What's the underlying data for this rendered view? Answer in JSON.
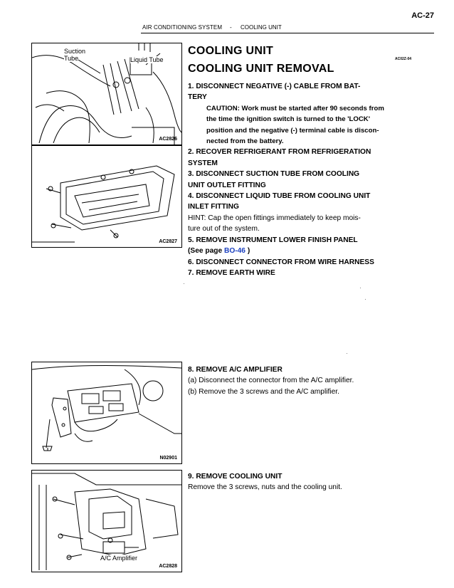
{
  "header": {
    "section": "AIR CONDITIONING SYSTEM",
    "separator": "-",
    "subsection": "COOLING UNIT",
    "page": "AC-27"
  },
  "title": "COOLING UNIT",
  "subtitle": "COOLING UNIT REMOVAL",
  "code_tag": "AC02Z-04",
  "steps": {
    "s1": "1. DISCONNECT NEGATIVE (-) CABLE FROM BAT-",
    "s1b": "TERY",
    "caution1": "CAUTION: Work must be started after 90 seconds from",
    "caution2": "the time the ignition switch is turned to the 'LOCK'",
    "caution3": "position and the negative (-) terminal cable is discon-",
    "caution4": "nected from the battery.",
    "s2": "2. RECOVER REFRIGERANT FROM REFRIGERATION",
    "s2b": "SYSTEM",
    "s3": "3. DISCONNECT SUCTION TUBE FROM COOLING",
    "s3b": "UNIT OUTLET FITTING",
    "s4": "4. DISCONNECT LIQUID TUBE FROM COOLING UNIT",
    "s4b": "INLET FITTING",
    "hint1": "HINT: Cap the open fittings immediately to keep mois-",
    "hint2": "ture out of the system.",
    "s5": "5. REMOVE INSTRUMENT LOWER FINISH PANEL",
    "s5b_pre": "(See page ",
    "s5b_link": "BO-46",
    "s5b_post": " )",
    "s6": "6. DISCONNECT CONNECTOR FROM WIRE HARNESS",
    "s7": "7. REMOVE EARTH WIRE",
    "s8": "8. REMOVE A/C AMPLIFIER",
    "s8a": "(a) Disconnect the connector from the A/C amplifier.",
    "s8b": "(b) Remove the 3 screws and the A/C amplifier.",
    "s9": "9. REMOVE COOLING UNIT",
    "s9a": "Remove the 3 screws, nuts and the cooling unit."
  },
  "figures": {
    "fig1": {
      "code": "AC2826",
      "label_suction_1": "Suction",
      "label_suction_2": "Tube",
      "label_liquid": "Liquid Tube"
    },
    "fig2": {
      "code": "AC2827"
    },
    "fig3": {
      "code": "N02901"
    },
    "fig4": {
      "code": "AC2828",
      "label_amp": "A/C Amplifier"
    }
  }
}
